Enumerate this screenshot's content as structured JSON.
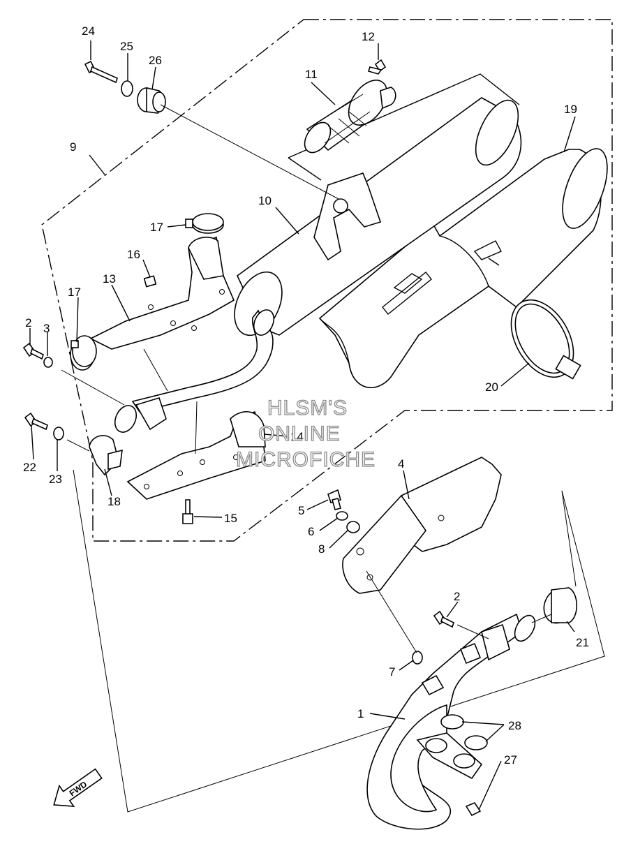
{
  "watermark": {
    "line1": "HLSM'S",
    "line2": "ONLINE",
    "line3": "MICROFICHE"
  },
  "direction_indicator": "FWD",
  "callouts": {
    "c1": "1",
    "c2a": "2",
    "c2b": "2",
    "c3": "3",
    "c4": "4",
    "c5": "5",
    "c6": "6",
    "c7": "7",
    "c8": "8",
    "c9": "9",
    "c10": "10",
    "c11": "11",
    "c12": "12",
    "c13": "13",
    "c14": "14",
    "c15": "15",
    "c16": "16",
    "c17a": "17",
    "c17b": "17",
    "c18": "18",
    "c19": "19",
    "c20": "20",
    "c21": "21",
    "c22": "22",
    "c23": "23",
    "c24": "24",
    "c25": "25",
    "c26": "26",
    "c27": "27",
    "c28": "28"
  }
}
